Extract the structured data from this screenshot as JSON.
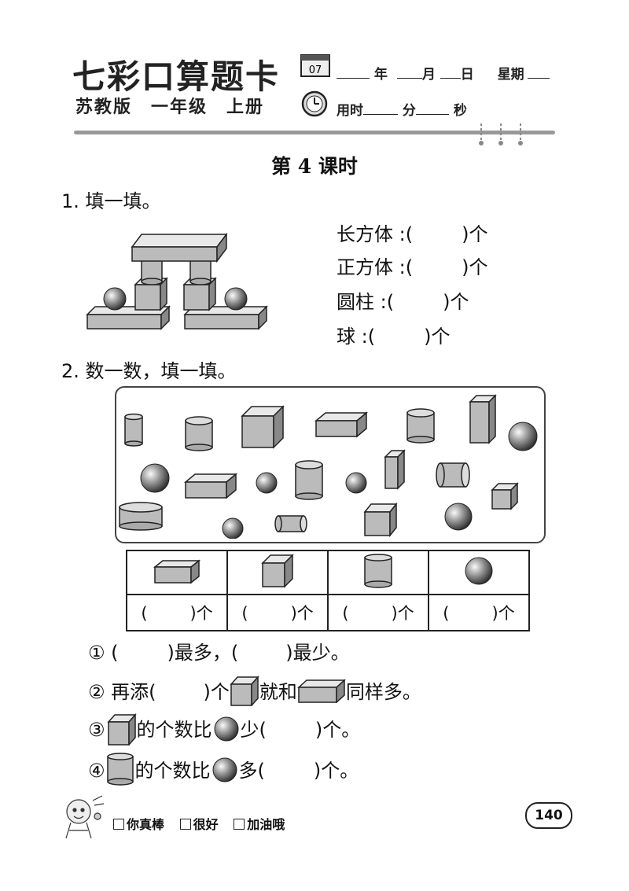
{
  "header": {
    "brand": "七彩口算题卡",
    "edition": "苏教版　一年级　上册",
    "calendar_day": "07",
    "date_year": "年",
    "date_month": "月",
    "date_day": "日",
    "weekday": "星期",
    "time_used": "用时",
    "minutes": "分",
    "seconds": "秒"
  },
  "lesson_title": "第 4 课时",
  "q1": {
    "prompt": "1. 填一填。",
    "items": [
      {
        "label": "长方体",
        "suffix": "个"
      },
      {
        "label": "正方体",
        "suffix": "个"
      },
      {
        "label": "圆柱",
        "suffix": "个"
      },
      {
        "label": "球",
        "suffix": "个"
      }
    ]
  },
  "q2": {
    "prompt": "2. 数一数，填一填。",
    "unit": "个",
    "table_icons": [
      "cuboid-icon",
      "cube-icon",
      "cylinder-icon",
      "sphere-icon"
    ],
    "sub": [
      {
        "num": "①",
        "a": "最多，",
        "b": "最少。"
      },
      {
        "num": "②",
        "a": "再添",
        "b": "个",
        "c": "就和",
        "d": "同样多。"
      },
      {
        "num": "③",
        "a": "的个数比",
        "b": "少",
        "c": "个。"
      },
      {
        "num": "④",
        "a": "的个数比",
        "b": "多",
        "c": "个。"
      }
    ]
  },
  "footer": {
    "praise": [
      "你真棒",
      "很好",
      "加油哦"
    ],
    "page": "140"
  }
}
